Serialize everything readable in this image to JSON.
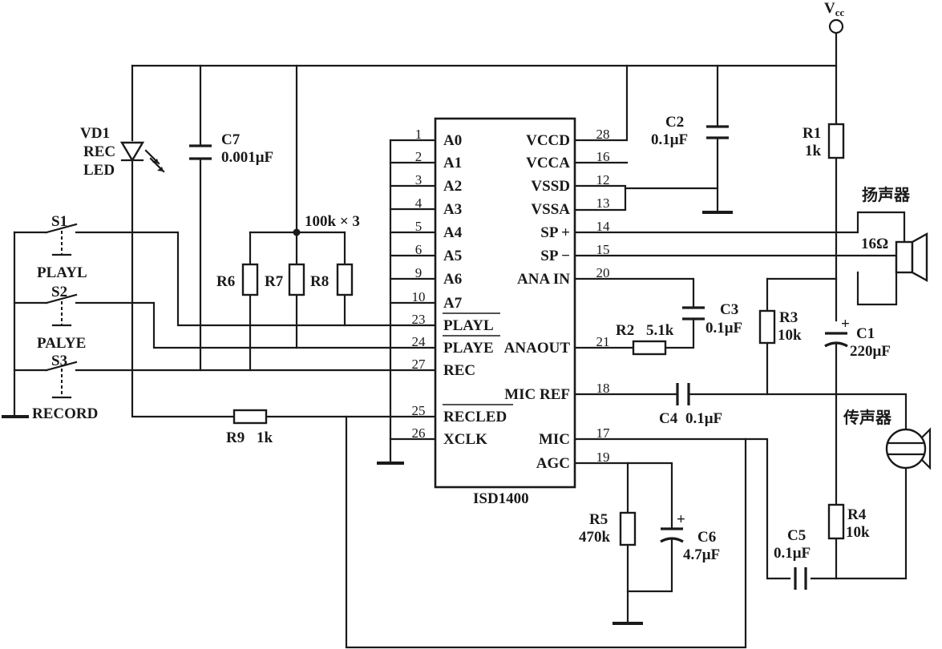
{
  "chip": {
    "name": "ISD1400",
    "left_pins": [
      {
        "num": "1",
        "name": "A0"
      },
      {
        "num": "2",
        "name": "A1"
      },
      {
        "num": "3",
        "name": "A2"
      },
      {
        "num": "4",
        "name": "A3"
      },
      {
        "num": "5",
        "name": "A4"
      },
      {
        "num": "6",
        "name": "A5"
      },
      {
        "num": "9",
        "name": "A6"
      },
      {
        "num": "10",
        "name": "A7"
      },
      {
        "num": "23",
        "name": "PLAYL"
      },
      {
        "num": "24",
        "name": "PLAYE"
      },
      {
        "num": "27",
        "name": "REC"
      },
      {
        "num": "25",
        "name": "RECLED"
      },
      {
        "num": "26",
        "name": "XCLK"
      }
    ],
    "right_pins": [
      {
        "num": "28",
        "name": "VCCD"
      },
      {
        "num": "16",
        "name": "VCCA"
      },
      {
        "num": "12",
        "name": "VSSD"
      },
      {
        "num": "13",
        "name": "VSSA"
      },
      {
        "num": "14",
        "name": "SP +"
      },
      {
        "num": "15",
        "name": "SP −"
      },
      {
        "num": "20",
        "name": "ANA IN"
      },
      {
        "num": "21",
        "name": "ANAOUT"
      },
      {
        "num": "18",
        "name": "MIC REF"
      },
      {
        "num": "17",
        "name": "MIC"
      },
      {
        "num": "19",
        "name": "AGC"
      }
    ]
  },
  "supply": {
    "label": "V",
    "sub": "cc"
  },
  "led": {
    "ref": "VD1",
    "line2": "REC",
    "line3": "LED"
  },
  "switches": [
    {
      "ref": "S1",
      "name": "PLAYL"
    },
    {
      "ref": "S2",
      "name": "PALYE"
    },
    {
      "ref": "S3",
      "name": "RECORD"
    }
  ],
  "resistors": {
    "r1": {
      "ref": "R1",
      "value": "1k"
    },
    "r2": {
      "ref": "R2",
      "value": "5.1k"
    },
    "r3": {
      "ref": "R3",
      "value": "10k"
    },
    "r4": {
      "ref": "R4",
      "value": "10k"
    },
    "r5": {
      "ref": "R5",
      "value": "470k"
    },
    "r6": {
      "ref": "R6"
    },
    "r7": {
      "ref": "R7"
    },
    "r8": {
      "ref": "R8"
    },
    "r9": {
      "ref": "R9",
      "value": "1k"
    },
    "array_note": "100k × 3"
  },
  "capacitors": {
    "c1": {
      "ref": "C1",
      "value": "220μF"
    },
    "c2": {
      "ref": "C2",
      "value": "0.1μF"
    },
    "c3": {
      "ref": "C3",
      "value": "0.1μF"
    },
    "c4": {
      "ref": "C4",
      "value": "0.1μF"
    },
    "c5": {
      "ref": "C5",
      "value": "0.1μF"
    },
    "c6": {
      "ref": "C6",
      "value": "4.7μF"
    },
    "c7": {
      "ref": "C7",
      "value": "0.001μF"
    }
  },
  "speaker": {
    "label": "扬声器",
    "impedance": "16Ω"
  },
  "microphone": {
    "label": "传声器"
  }
}
